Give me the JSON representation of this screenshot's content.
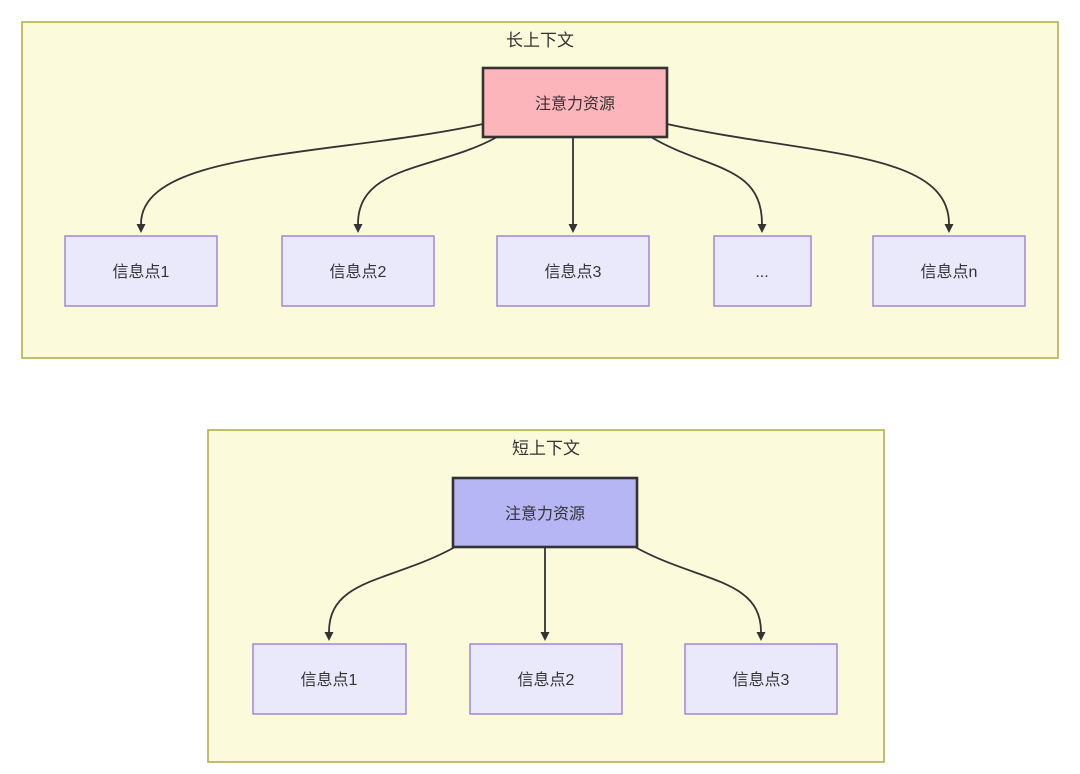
{
  "colors": {
    "page_background": "#ffffff",
    "container_fill": "#fbfbdc",
    "container_border": "#b1b14b",
    "node_fill": "#e9e9fb",
    "node_border": "#9b7fd4",
    "hub_border": "#333333",
    "edge_color": "#333333",
    "text_color": "#333333",
    "long_context_hub_fill": "#fcb5ba",
    "short_context_hub_fill": "#b7b6f4"
  },
  "diagrams": [
    {
      "title": "长上下文",
      "hub": {
        "label": "注意力资源",
        "fill": "#fcb5ba"
      },
      "nodes": [
        {
          "label": "信息点1"
        },
        {
          "label": "信息点2"
        },
        {
          "label": "信息点3"
        },
        {
          "label": "..."
        },
        {
          "label": "信息点n"
        }
      ]
    },
    {
      "title": "短上下文",
      "hub": {
        "label": "注意力资源",
        "fill": "#b7b6f4"
      },
      "nodes": [
        {
          "label": "信息点1"
        },
        {
          "label": "信息点2"
        },
        {
          "label": "信息点3"
        }
      ]
    }
  ]
}
